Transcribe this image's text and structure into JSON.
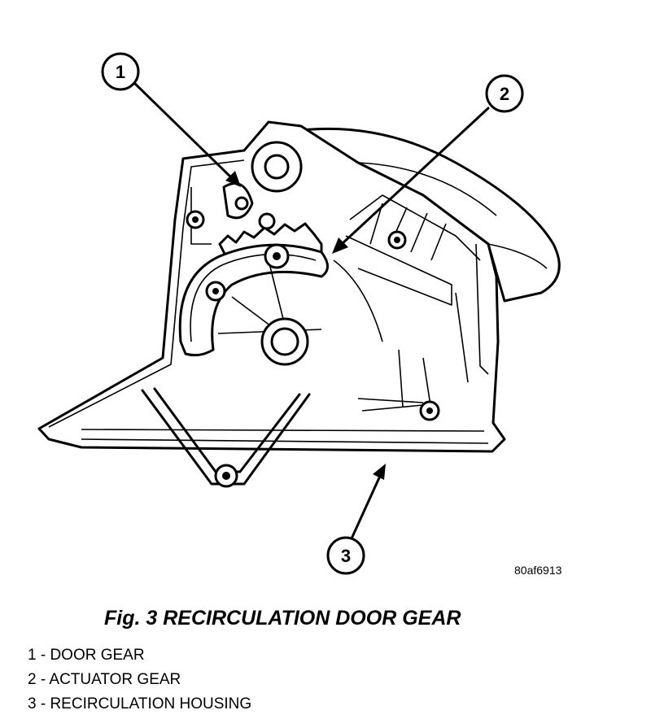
{
  "figure": {
    "callouts": [
      {
        "number": "1"
      },
      {
        "number": "2"
      },
      {
        "number": "3"
      }
    ],
    "image_code": "80af6913"
  },
  "caption": "Fig. 3 RECIRCULATION DOOR GEAR",
  "legend": [
    "1 - DOOR GEAR",
    "2 - ACTUATOR GEAR",
    "3 - RECIRCULATION HOUSING"
  ]
}
